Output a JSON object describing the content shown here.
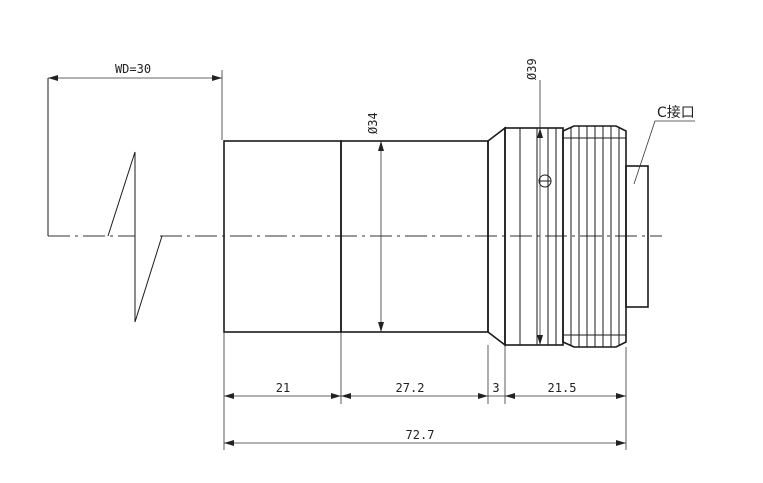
{
  "labels": {
    "wd": "WD=30",
    "diameter_34": "Ø34",
    "diameter_39": "Ø39",
    "mount": "C接口",
    "dim_21": "21",
    "dim_27_2": "27.2",
    "dim_3": "3",
    "dim_21_5": "21.5",
    "dim_total": "72.7"
  }
}
